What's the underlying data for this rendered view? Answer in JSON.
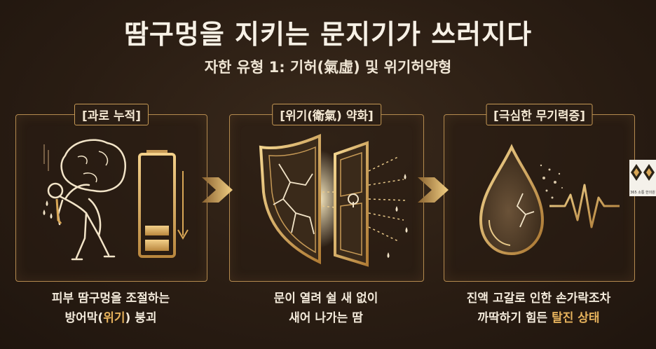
{
  "title": "땀구멍을 지키는 문지기가 쓰러지다",
  "subtitle": "자한 유형 1: 기허(氣虛) 및 위기허약형",
  "panels": [
    {
      "tag": "[과로 누적]",
      "caption_line1": "피부 땀구멍을 조절하는",
      "caption_line2_pre": "방어막(",
      "caption_line2_hl": "위기",
      "caption_line2_post": ") 붕괴"
    },
    {
      "tag": "[위기(衛氣) 약화]",
      "caption_line1": "문이 열려 쉴 새 없이",
      "caption_line2": "새어 나가는 땀"
    },
    {
      "tag": "[극심한 무기력증]",
      "caption_line1": "진액 고갈로 인한 손가락조차",
      "caption_line2_pre": "까딱하기 힘든 ",
      "caption_line2_hl": "탈진 상태"
    }
  ],
  "logo": {
    "text": "365 소통 한의원"
  },
  "colors": {
    "gold": "#d9a756",
    "highlight": "#e6b25c",
    "border": "#b48a4f",
    "background": "#2a1d13"
  }
}
